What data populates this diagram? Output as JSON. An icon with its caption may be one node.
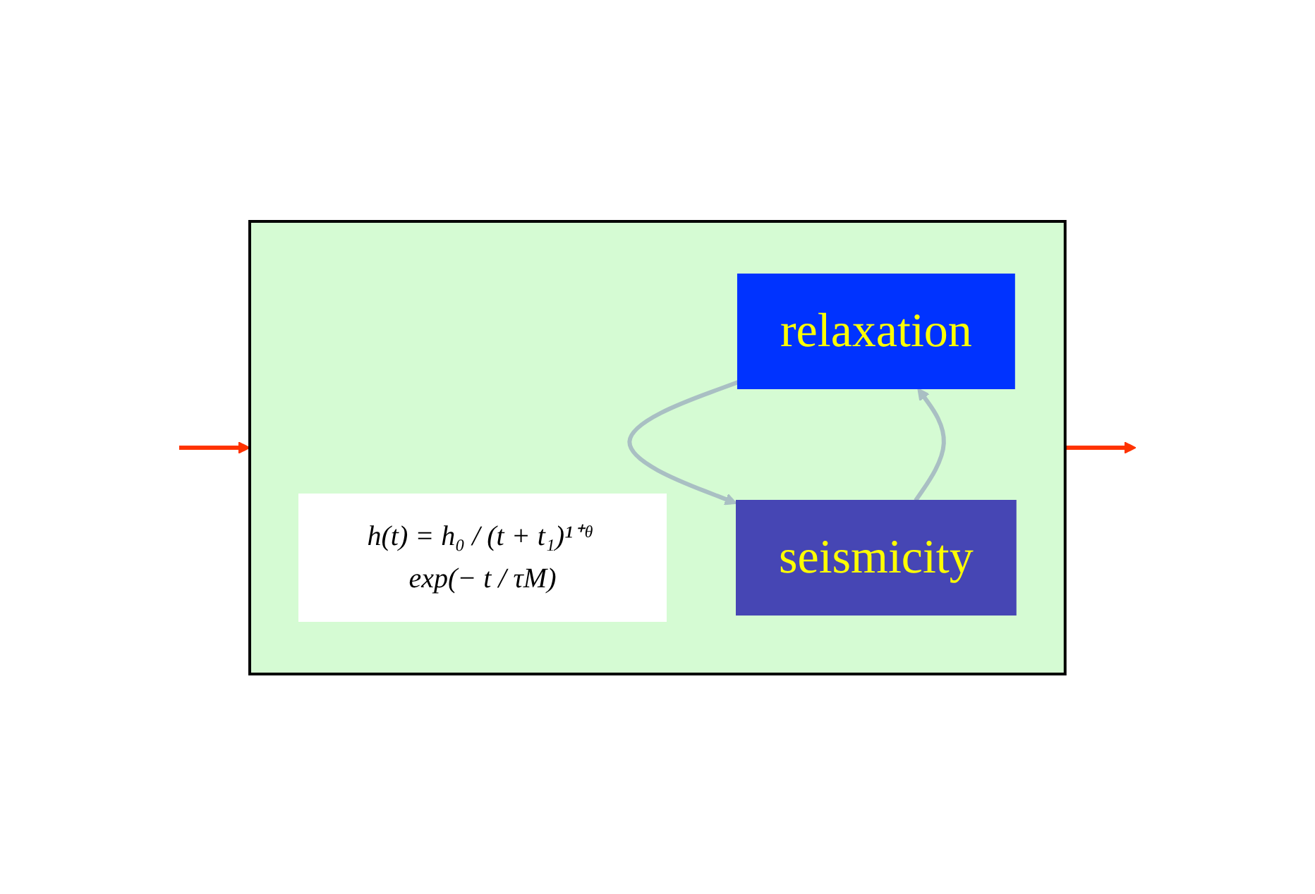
{
  "diagram": {
    "nodes": [
      {
        "text": [],
        "shape": "box"
      },
      {
        "text": [
          "h(t) = h₀ / (t + t₁)¹⁺ᶿ exp(− t / τM)"
        ],
        "in": 0
      },
      {
        "text": [
          "relaxation"
        ],
        "in": 0
      },
      {
        "text": [
          "seismicity"
        ],
        "in": 0
      }
    ],
    "edges": [
      {
        "from": 2,
        "to": 3,
        "arrow": "to",
        "color": "#a9bfc3"
      },
      {
        "from": 3,
        "to": 2,
        "arrow": "to",
        "color": "#a9bfc3"
      },
      {
        "from": 0,
        "to": null,
        "arrow": "to",
        "color": "#ff3300"
      },
      {
        "from": null,
        "to": 0,
        "arrow": "to",
        "color": "#ff3300"
      }
    ]
  }
}
